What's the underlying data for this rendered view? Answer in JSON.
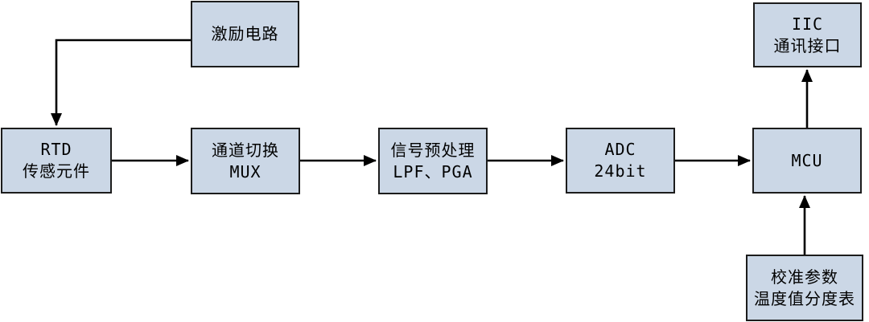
{
  "colors": {
    "background": "#FFFFFF",
    "box_fill": "#CBD7E6",
    "box_border": "#1C1C1C",
    "arrow": "#000000",
    "text": "#000000"
  },
  "boxes": {
    "excitation": {
      "line1": "激励电路"
    },
    "rtd": {
      "line1": "RTD",
      "line2": "传感元件"
    },
    "mux": {
      "line1": "通道切换",
      "line2": "MUX"
    },
    "preprocess": {
      "line1": "信号预处理",
      "line2": "LPF、PGA"
    },
    "adc": {
      "line1": "ADC",
      "line2": "24bit"
    },
    "mcu": {
      "line1": "MCU"
    },
    "iic": {
      "line1": "IIC",
      "line2": "通讯接口"
    },
    "calibration": {
      "line1": "校准参数",
      "line2": "温度值分度表"
    }
  },
  "arrows": [
    {
      "name": "excitation-to-rtd",
      "from": "excitation",
      "to": "rtd"
    },
    {
      "name": "rtd-to-mux",
      "from": "rtd",
      "to": "mux"
    },
    {
      "name": "mux-to-preprocess",
      "from": "mux",
      "to": "preprocess"
    },
    {
      "name": "preprocess-to-adc",
      "from": "preprocess",
      "to": "adc"
    },
    {
      "name": "adc-to-mcu",
      "from": "adc",
      "to": "mcu"
    },
    {
      "name": "mcu-to-iic",
      "from": "mcu",
      "to": "iic"
    },
    {
      "name": "calibration-to-mcu",
      "from": "calibration",
      "to": "mcu"
    }
  ]
}
